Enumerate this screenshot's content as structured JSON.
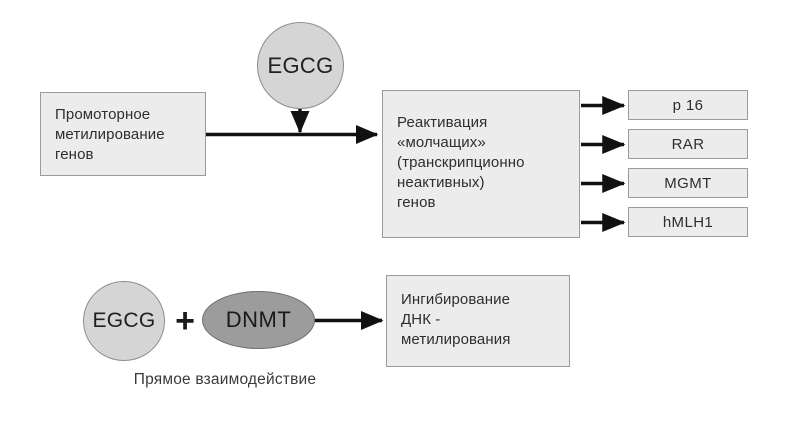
{
  "diagram": {
    "title": "EGCG and DNA methylation pathway diagram",
    "colors": {
      "box_fill": "#ececec",
      "box_border": "#9b9b9b",
      "circle_fill": "#d5d5d5",
      "circle_border": "#8d8d8d",
      "ellipse_fill": "#9c9c9c",
      "ellipse_border": "#6f6f6f",
      "arrow": "#111111",
      "text": "#2e2e2e",
      "background": "#ffffff"
    }
  },
  "top_row": {
    "source_box": {
      "label": "Промоторное\nметилирование\nгенов"
    },
    "agent_circle": {
      "label": "EGCG"
    },
    "result_box": {
      "label": "Реактивация\n«молчащих»\n(транскрипционно\nнеактивных)\nгенов"
    },
    "gene_boxes": [
      {
        "label": "p 16"
      },
      {
        "label": "RAR"
      },
      {
        "label": "MGMT"
      },
      {
        "label": "hMLH1"
      }
    ]
  },
  "bottom_row": {
    "agent_circle": {
      "label": "EGCG"
    },
    "plus": {
      "label": "+"
    },
    "enzyme_ellipse": {
      "label": "DNMT"
    },
    "result_box": {
      "label": "Ингибирование\nДНК -\nметилирования"
    },
    "caption": {
      "label": "Прямое взаимодействие"
    }
  }
}
